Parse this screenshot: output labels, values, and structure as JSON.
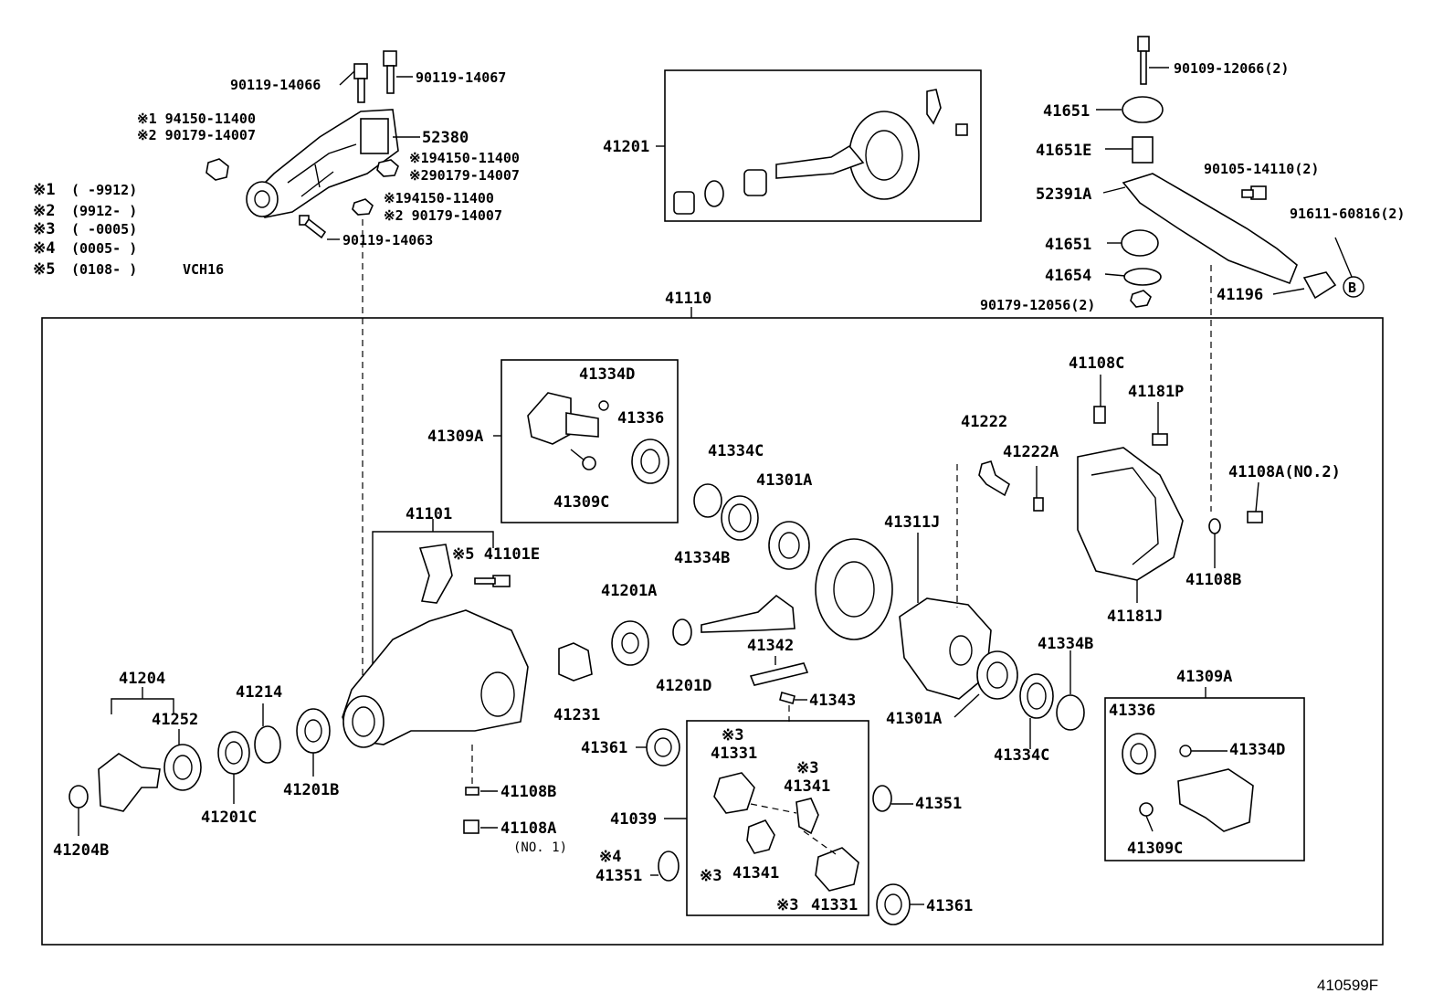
{
  "figure_number": "410599F",
  "legend": [
    {
      "mark": "※1",
      "range": "(      -9912)",
      "note": ""
    },
    {
      "mark": "※2",
      "range": "(9912-      )",
      "note": ""
    },
    {
      "mark": "※3",
      "range": "(      -0005)",
      "note": ""
    },
    {
      "mark": "※4",
      "range": "(0005-      )",
      "note": ""
    },
    {
      "mark": "※5",
      "range": "(0108-      )",
      "note": "VCH16"
    }
  ],
  "labels": {
    "p90119_14066": "90119-14066",
    "p90119_14067": "90119-14067",
    "m1_94150_a": "※1 94150-11400",
    "m2_90179_a": "※2 90179-14007",
    "p52380": "52380",
    "m1_94150_b": "※194150-11400",
    "m2_90179_b": "※290179-14007",
    "m1_94150_c": "※194150-11400",
    "m2_90179_c": "※2 90179-14007",
    "p90119_14063": "90119-14063",
    "p41201": "41201",
    "p90109_12066": "90109-12066(2)",
    "p41651_top": "41651",
    "p41651E": "41651E",
    "p52391A": "52391A",
    "p90105_14110": "90105-14110(2)",
    "p91611_60816": "91611-60816(2)",
    "p41651_bot": "41651",
    "p41654": "41654",
    "p90179_12056": "90179-12056(2)",
    "p41196": "41196",
    "circle_b": "B",
    "p41110": "41110",
    "p41334D_a": "41334D",
    "p41309A_a": "41309A",
    "p41336_a": "41336",
    "p41309C_a": "41309C",
    "p41334C_a": "41334C",
    "p41301A_a": "41301A",
    "p41334B_a": "41334B",
    "p41222": "41222",
    "p41222A": "41222A",
    "p41108C": "41108C",
    "p41181P": "41181P",
    "p41108A_no2": "41108A(NO.2)",
    "p41101": "41101",
    "m5_41101E": "※5 41101E",
    "p41311J": "41311J",
    "p41108B_a": "41108B",
    "p41181J": "41181J",
    "p41201A": "41201A",
    "p41342": "41342",
    "p41334B_b": "41334B",
    "p41201D": "41201D",
    "p41231": "41231",
    "p41343": "41343",
    "p41309A_b": "41309A",
    "p41204": "41204",
    "p41214": "41214",
    "p41252": "41252",
    "p41301A_b": "41301A",
    "p41336_b": "41336",
    "p41334D_b": "41334D",
    "p41361_a": "41361",
    "p41334C_b": "41334C",
    "m3_a": "※3",
    "p41331_a": "41331",
    "m3_b": "※3",
    "p41341_a": "41341",
    "p41201B": "41201B",
    "p41108B_b": "41108B",
    "p41351_a": "41351",
    "p41201C": "41201C",
    "p41039": "41039",
    "p41108A": "41108A",
    "p41108A_sub": "(NO. 1)",
    "p41309C_b": "41309C",
    "p41204B": "41204B",
    "m4": "※4",
    "p41351_b": "41351",
    "m3_c": "※3",
    "p41341_b": "41341",
    "m3_d": "※3",
    "p41331_b": "41331",
    "p41361_b": "41361"
  }
}
